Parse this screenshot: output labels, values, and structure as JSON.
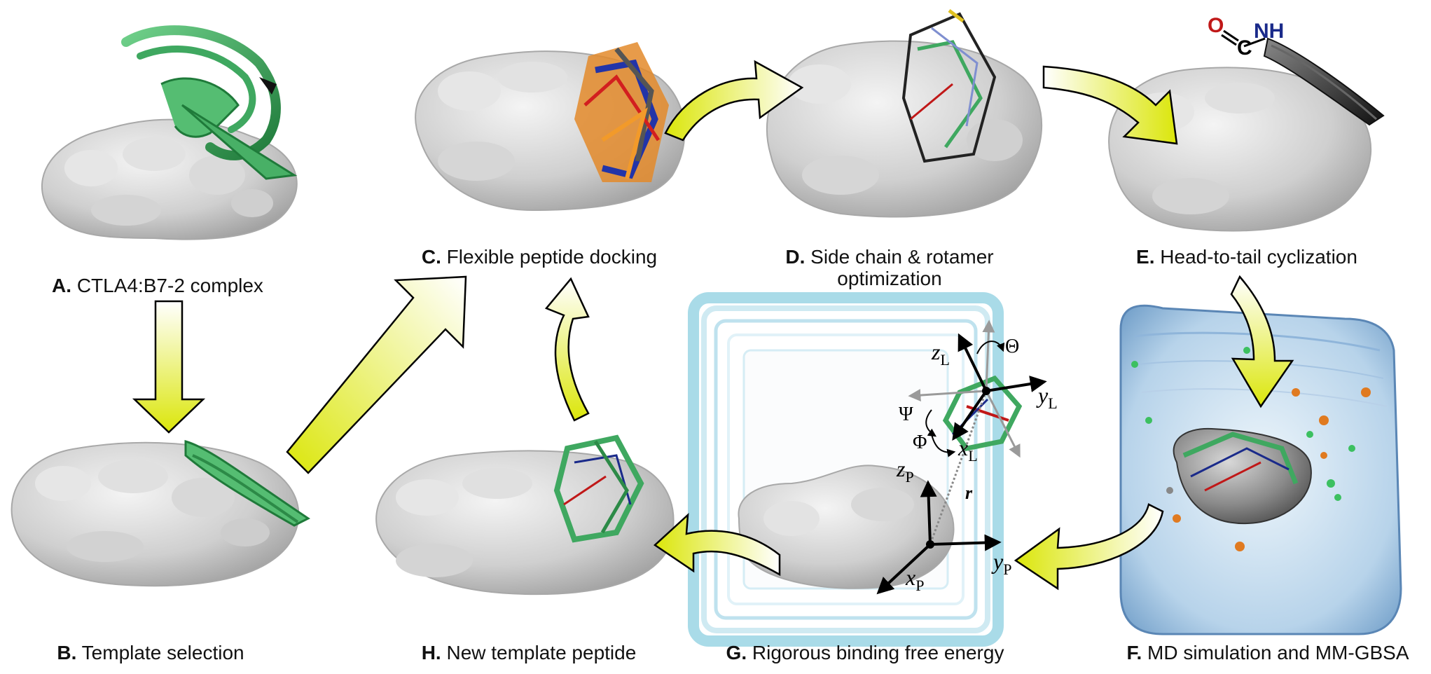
{
  "panels": {
    "A": {
      "letter": "A.",
      "text": " CTLA4:B7-2 complex"
    },
    "B": {
      "letter": "B.",
      "text": " Template selection"
    },
    "C": {
      "letter": "C.",
      "text": " Flexible peptide docking"
    },
    "D": {
      "letter": "D.",
      "text": " Side chain & rotamer",
      "text2": "optimization"
    },
    "E": {
      "letter": "E.",
      "text": " Head-to-tail cyclization"
    },
    "F": {
      "letter": "F.",
      "text": " MD simulation and MM-GBSA"
    },
    "G": {
      "letter": "G.",
      "text": " Rigorous binding free energy"
    },
    "H": {
      "letter": "H.",
      "text": " New template peptide"
    }
  },
  "chem_labels": {
    "carbonyl_o": "O",
    "carbonyl_c": "C",
    "amide_nh": "NH"
  },
  "axis_labels": {
    "z": "z",
    "y": "y",
    "x": "x",
    "sub_l": "L",
    "sub_p": "P",
    "theta": "Θ",
    "psi": "Ψ",
    "phi": "Φ",
    "r": "r"
  },
  "colors": {
    "protein_surface": "#c9c9c9",
    "peptide_green": "#3fa860",
    "arrow_yellow": "#e6f018",
    "water_box_cyan": "#a9dbe8",
    "water_box_blue": "#7aa6cf",
    "oxygen_red": "#c01818",
    "nitrogen_blue": "#1a2a8a",
    "ion_orange": "#e07a20",
    "ion_green": "#3cc060"
  }
}
